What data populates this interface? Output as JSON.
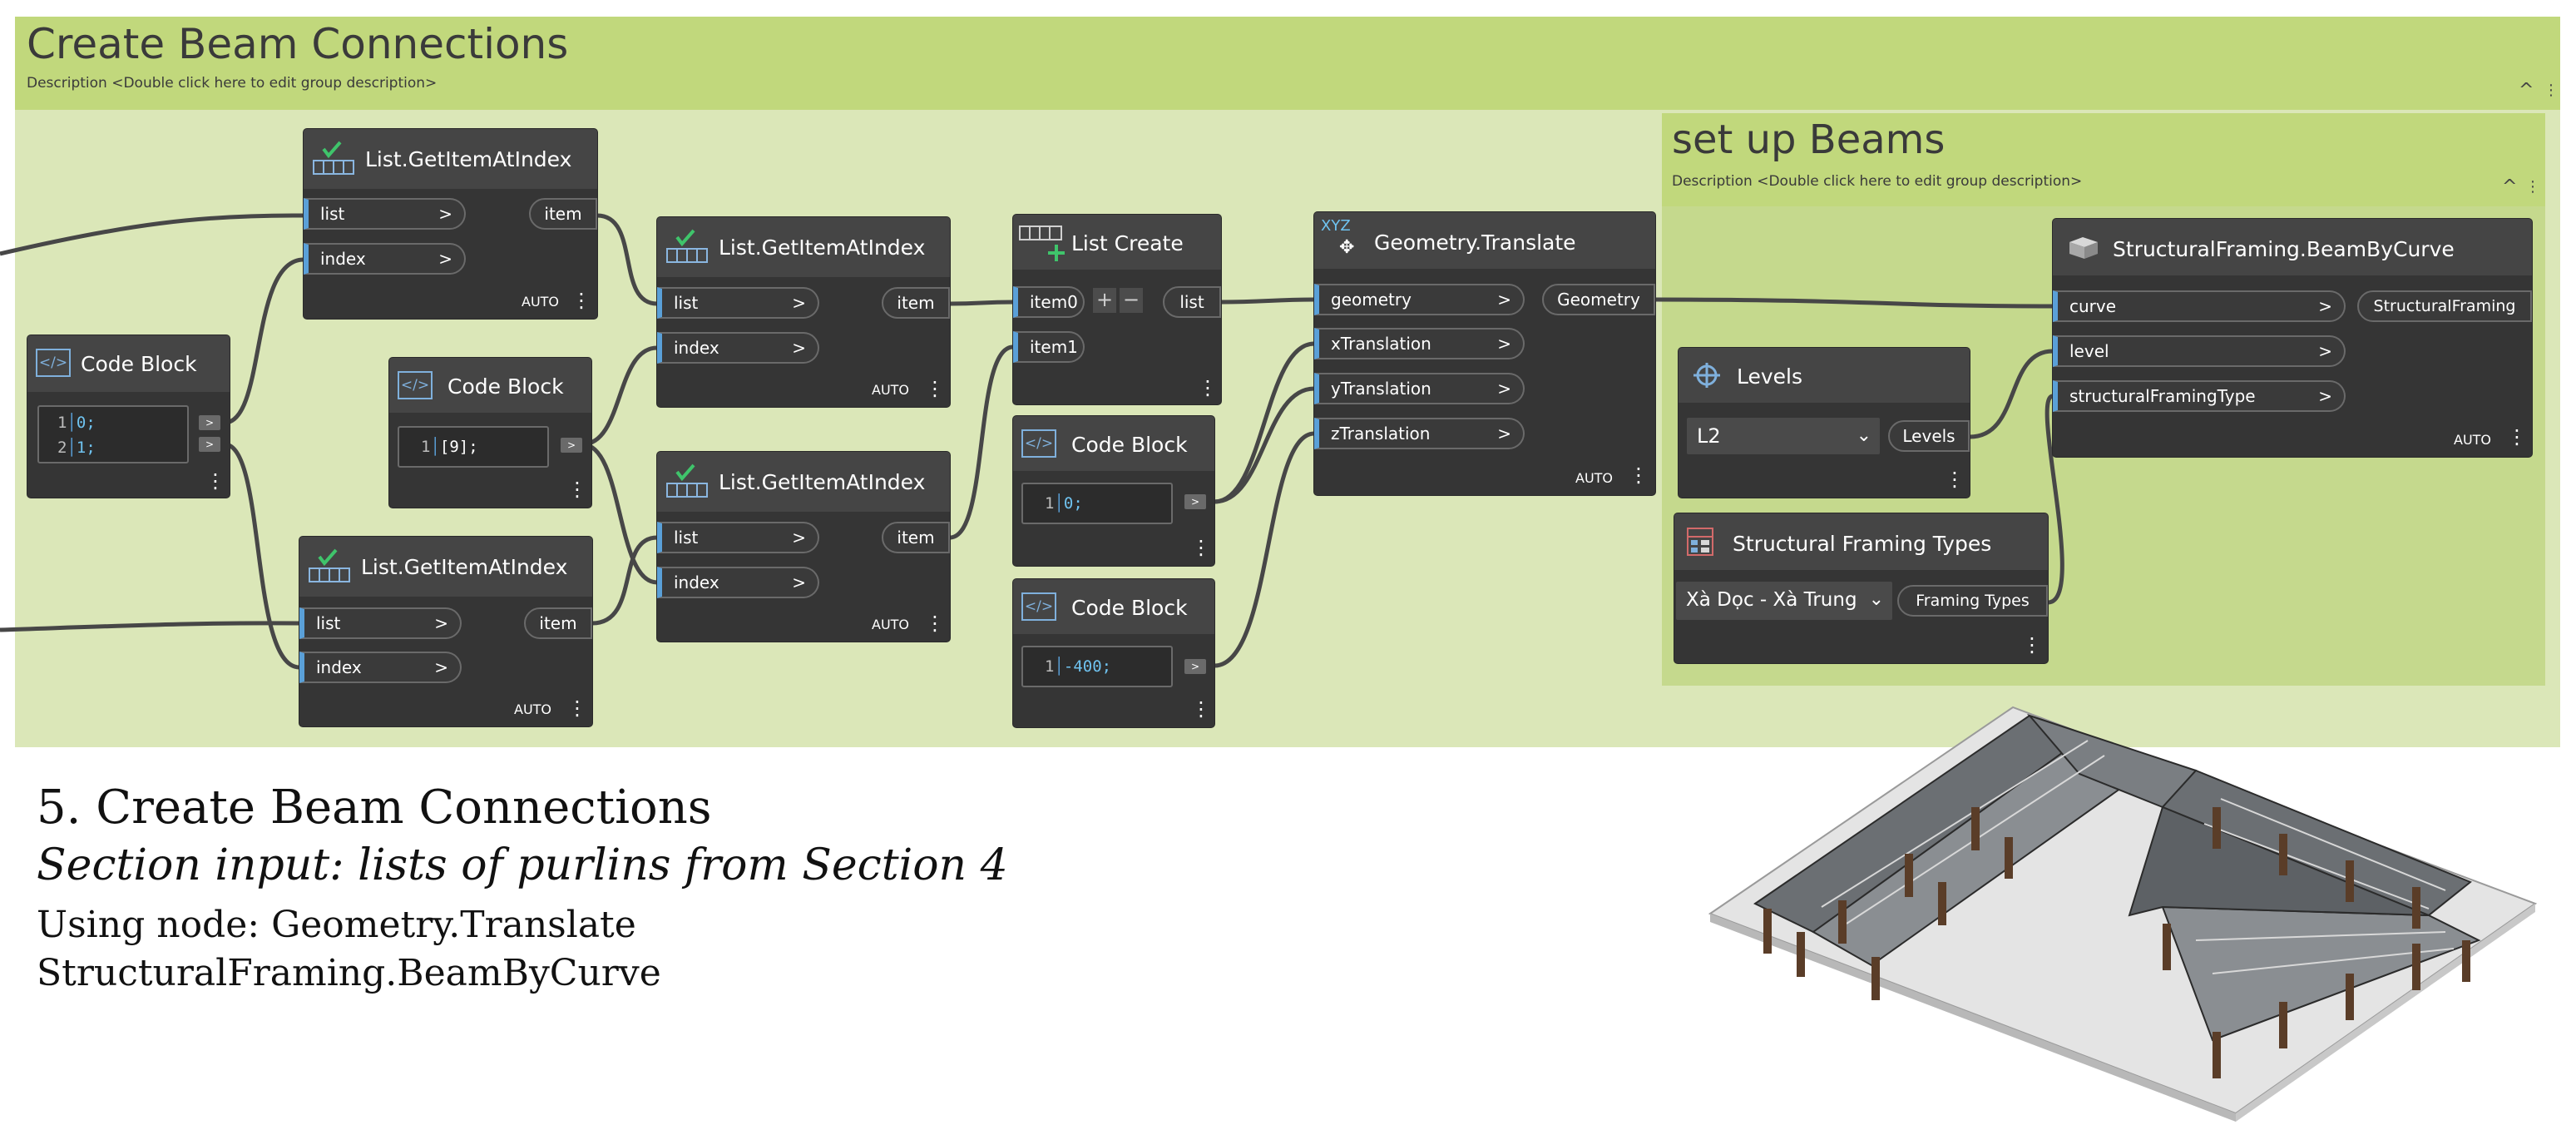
{
  "groups": {
    "main": {
      "title": "Create Beam Connections",
      "description": "Description <Double click here to edit group description>",
      "collapse_glyph": "^",
      "bg_color": "#dbe7b8",
      "header_color": "#c1d87c"
    },
    "beams": {
      "title": "set up Beams",
      "description": "Description <Double click here to edit group description>",
      "collapse_glyph": "^"
    }
  },
  "nodes": {
    "get1": {
      "title": "List.GetItemAtIndex",
      "in": [
        "list",
        "index"
      ],
      "out": "item",
      "mode": "AUTO"
    },
    "get2": {
      "title": "List.GetItemAtIndex",
      "in": [
        "list",
        "index"
      ],
      "out": "item",
      "mode": "AUTO"
    },
    "get3": {
      "title": "List.GetItemAtIndex",
      "in": [
        "list",
        "index"
      ],
      "out": "item",
      "mode": "AUTO"
    },
    "get4": {
      "title": "List.GetItemAtIndex",
      "in": [
        "list",
        "index"
      ],
      "out": "item",
      "mode": "AUTO"
    },
    "code1": {
      "title": "Code Block",
      "lines": [
        {
          "n": "1",
          "v": "0;"
        },
        {
          "n": "2",
          "v": "1;"
        }
      ]
    },
    "code2": {
      "title": "Code Block",
      "lines": [
        {
          "n": "1",
          "v": "[9];"
        }
      ]
    },
    "code3": {
      "title": "Code Block",
      "lines": [
        {
          "n": "1",
          "v": "0;"
        }
      ]
    },
    "code4": {
      "title": "Code Block",
      "lines": [
        {
          "n": "1",
          "v": "-400;"
        }
      ]
    },
    "listcreate": {
      "title": "List Create",
      "in": [
        "item0",
        "item1"
      ],
      "out": "list",
      "plus": "+",
      "minus": "−"
    },
    "translate": {
      "title": "Geometry.Translate",
      "badge": "XYZ",
      "in": [
        "geometry",
        "xTranslation",
        "yTranslation",
        "zTranslation"
      ],
      "out": "Geometry",
      "mode": "AUTO"
    },
    "beam": {
      "title": "StructuralFraming.BeamByCurve",
      "in": [
        "curve",
        "level",
        "structuralFramingType"
      ],
      "out": "StructuralFraming",
      "mode": "AUTO"
    },
    "levels": {
      "title": "Levels",
      "selected": "L2",
      "out": "Levels"
    },
    "types": {
      "title": "Structural Framing Types",
      "selected": "Xà Dọc - Xà Trung",
      "out": "Framing Types"
    }
  },
  "port_arrow": ">",
  "caption": {
    "heading": "5. Create Beam Connections",
    "subheading": "Section input: lists of purlins from Section 4",
    "line1": "Using node: Geometry.Translate",
    "line2": "StructuralFraming.BeamByCurve"
  },
  "icons": {
    "list_node": "list-grid-check-icon",
    "code_block": "code-brackets-icon",
    "list_create": "list-grid-plus-icon",
    "translate": "move-arrows-icon",
    "beam": "beam-icon",
    "levels": "level-crosshair-icon",
    "framing_types": "framing-types-icon",
    "model": "timber-structure-3d-model"
  }
}
